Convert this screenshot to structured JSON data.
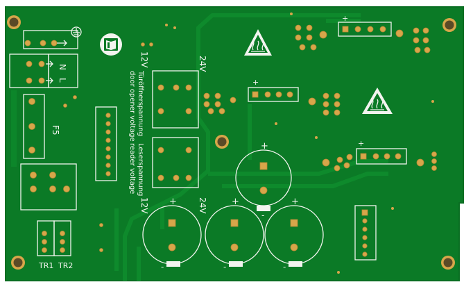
{
  "labels": {
    "n": "N",
    "l": "L",
    "f5": "F5",
    "tr1": "TR1",
    "tr2": "TR2",
    "v12_top": "12V",
    "v24_top": "24V",
    "v12_bottom": "12V",
    "v24_bottom": "24V",
    "door_de": "Türöffnerspannung",
    "door_en": "door opener voltage",
    "reader_de": "Leserspannung",
    "reader_en": "reader voltage",
    "plus": "+",
    "minus": "-"
  },
  "colors": {
    "board": "#0b7a26",
    "board_edge": "#0a6e22",
    "trace": "#0e8a2c",
    "silkscreen": "#f2f4ef",
    "copper_pad": "#d7a64a",
    "background": "#ffffff"
  },
  "icons": {
    "hot_surface": "hot-surface-warning-icon",
    "manual": "read-manual-icon",
    "ground": "protective-earth-icon"
  }
}
